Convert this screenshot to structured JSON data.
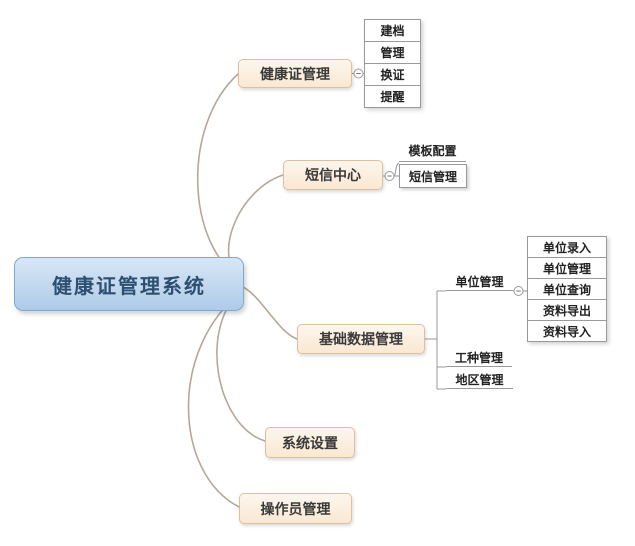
{
  "root": {
    "label": "健康证管理系统"
  },
  "cert": {
    "label": "健康证管理",
    "children": [
      "建档",
      "管理",
      "换证",
      "提醒"
    ]
  },
  "sms": {
    "label": "短信中心",
    "children": [
      "模板配置",
      "短信管理"
    ]
  },
  "basic": {
    "label": "基础数据管理",
    "unit": {
      "label": "单位管理",
      "children": [
        "单位录入",
        "单位管理",
        "单位查询",
        "资料导出",
        "资料导入"
      ]
    },
    "job": {
      "label": "工种管理"
    },
    "region": {
      "label": "地区管理"
    }
  },
  "settings": {
    "label": "系统设置"
  },
  "operator": {
    "label": "操作员管理"
  },
  "icons": {
    "collapse_toggle": "minus-circle-icon"
  },
  "colors": {
    "root_fill_top": "#d8e7f6",
    "root_fill_bottom": "#aecbe8",
    "root_border": "#7fa9d0",
    "root_text": "#2e5070",
    "branch_fill": "#fbe9d4",
    "branch_border": "#dcc09f",
    "edge_line": "#b3a89a",
    "cell_border": "#9a9a9a"
  }
}
